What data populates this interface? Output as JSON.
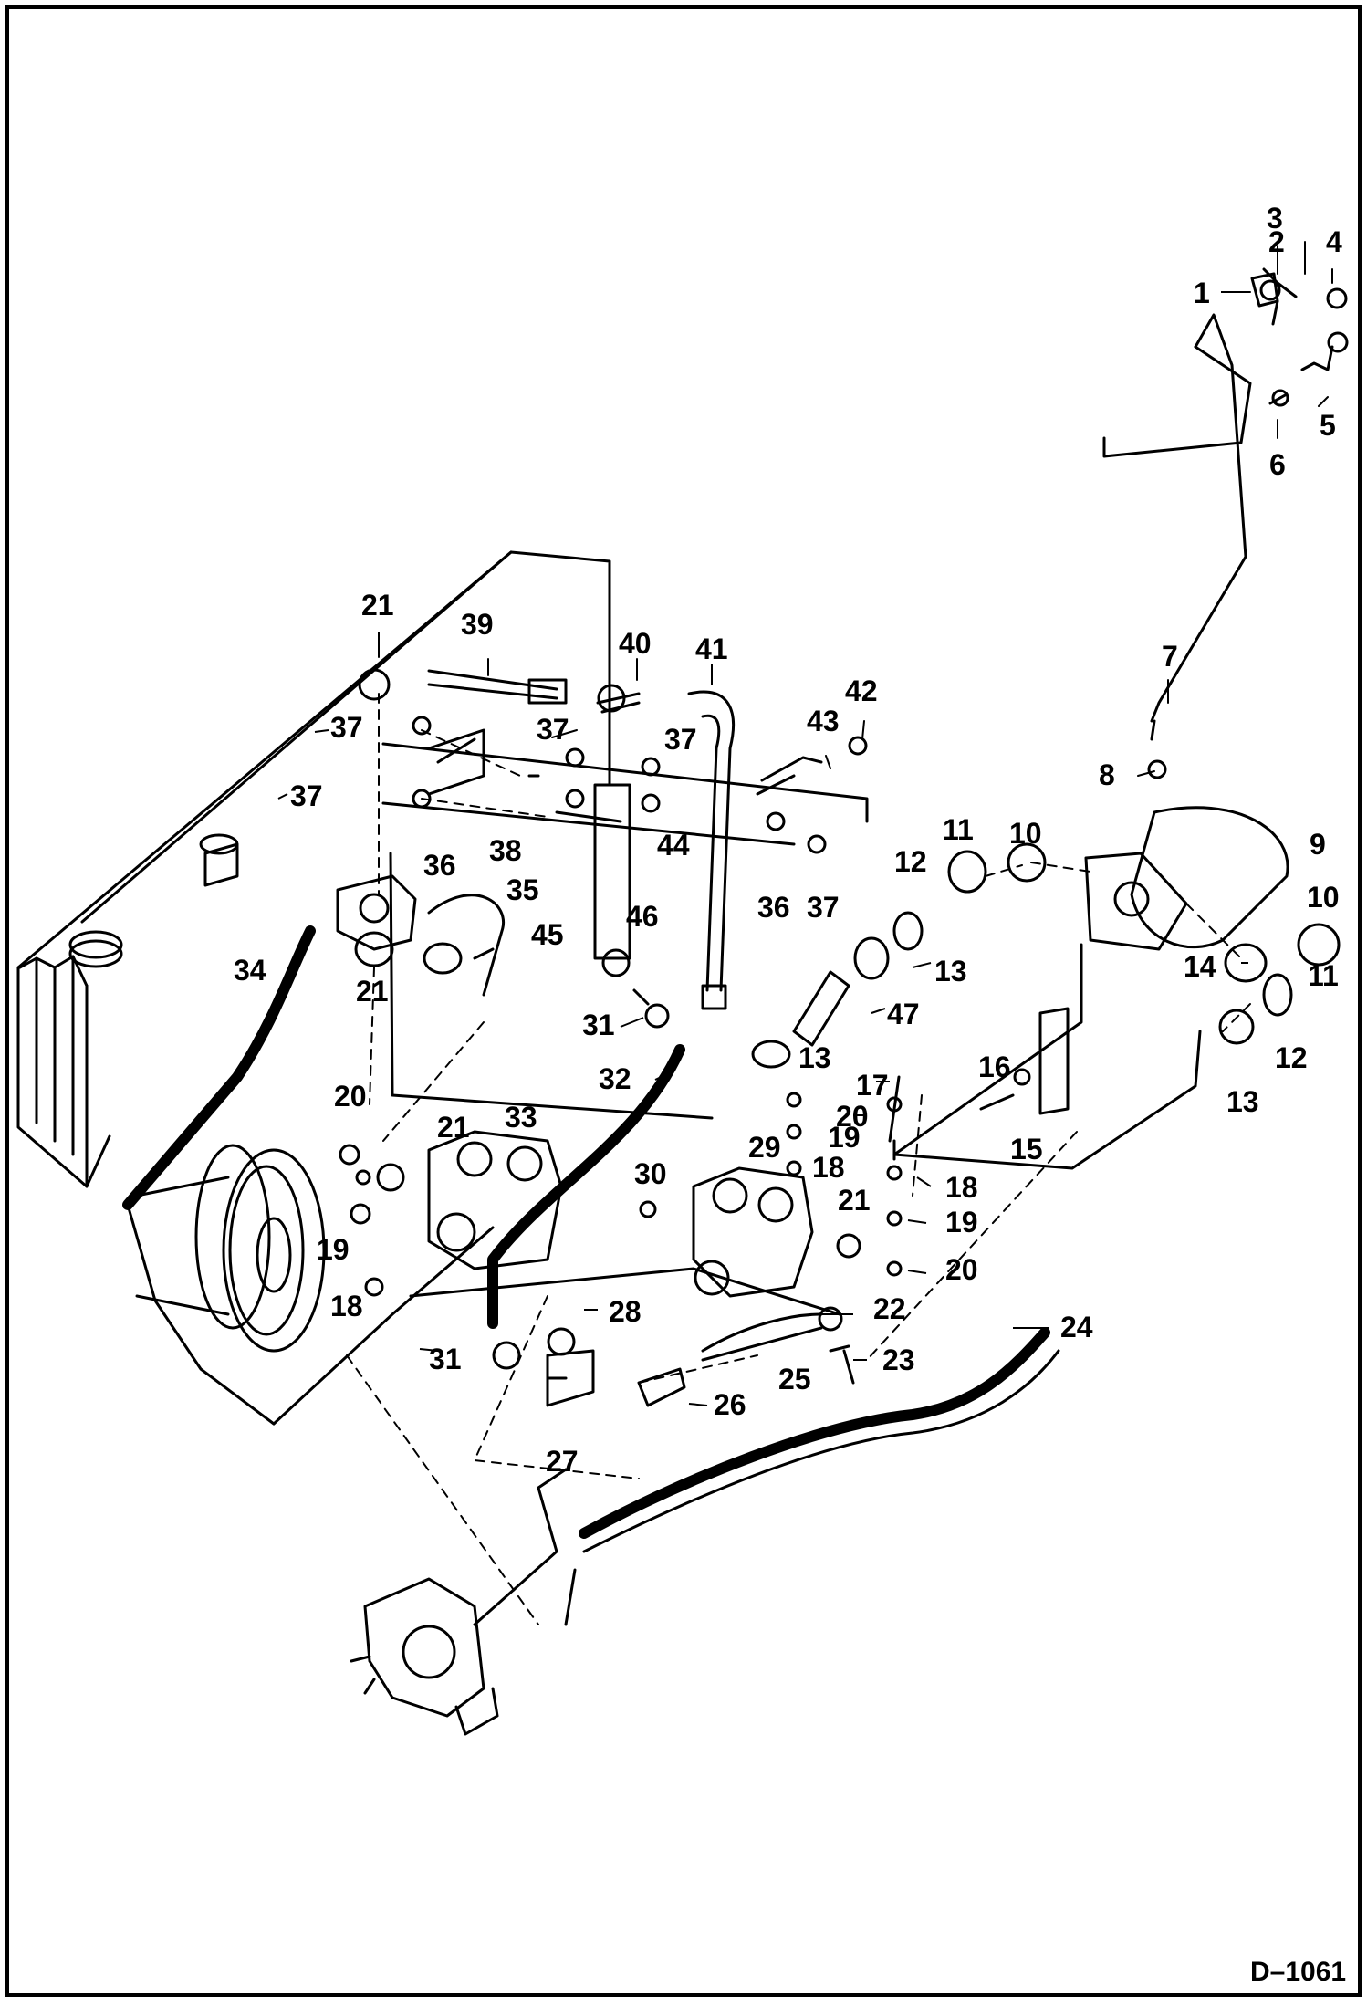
{
  "drawing": {
    "id": "D–1061",
    "callouts": [
      "1",
      "2",
      "3",
      "4",
      "5",
      "6",
      "7",
      "8",
      "9",
      "10",
      "10",
      "11",
      "11",
      "12",
      "12",
      "13",
      "13",
      "13",
      "14",
      "15",
      "16",
      "17",
      "18",
      "18",
      "18",
      "19",
      "19",
      "19",
      "20",
      "20",
      "20",
      "21",
      "21",
      "21",
      "21",
      "22",
      "23",
      "24",
      "25",
      "26",
      "27",
      "28",
      "29",
      "30",
      "31",
      "31",
      "32",
      "33",
      "34",
      "35",
      "36",
      "36",
      "37",
      "37",
      "37",
      "37",
      "37",
      "38",
      "39",
      "40",
      "41",
      "42",
      "43",
      "44",
      "45",
      "46",
      "47"
    ]
  }
}
